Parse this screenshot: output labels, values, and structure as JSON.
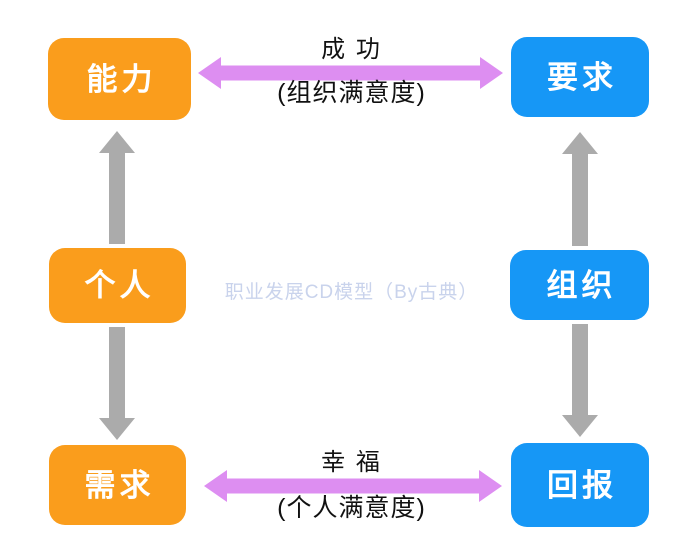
{
  "watermark": "职业发展CD模型（By古典）",
  "nodes": [
    {
      "id": "ability",
      "label": "能力",
      "color": "#FA9D1C"
    },
    {
      "id": "requirement",
      "label": "要求",
      "color": "#1697F6"
    },
    {
      "id": "person",
      "label": "个人",
      "color": "#FA9D1C"
    },
    {
      "id": "organization",
      "label": "组织",
      "color": "#1697F6"
    },
    {
      "id": "need",
      "label": "需求",
      "color": "#FA9D1C"
    },
    {
      "id": "reward",
      "label": "回报",
      "color": "#1697F6"
    }
  ],
  "relations": [
    {
      "id": "success",
      "label": "成 功",
      "sublabel": "(组织满意度)",
      "from": "能力",
      "to": "要求"
    },
    {
      "id": "happiness",
      "label": "幸 福",
      "sublabel": "(个人满意度)",
      "from": "需求",
      "to": "回报"
    }
  ],
  "colors": {
    "orange_node": "#FA9D1C",
    "blue_node": "#1697F6",
    "pink_arrow": "#DD8EF1",
    "gray_arrow": "#ABABAB",
    "watermark_text": "#C9D3EC",
    "label_text": "#111111",
    "background": "#FFFFFF"
  }
}
